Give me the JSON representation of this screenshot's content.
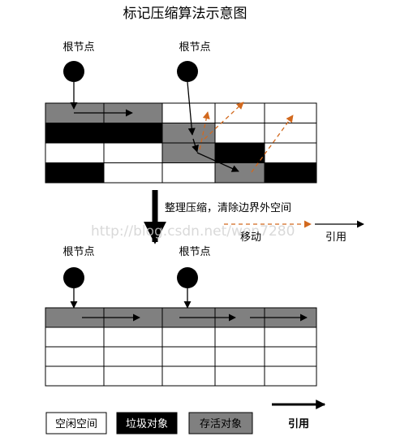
{
  "title": "标记压缩算法示意图",
  "root_label": "根节点",
  "transition_text": "整理压缩，清除边界外空间",
  "watermark": "http://blog.csdn.net/wen7280",
  "move_label": "移动",
  "ref_label": "引用",
  "legend": {
    "free": "空闲空间",
    "garbage": "垃圾对象",
    "alive": "存活对象",
    "ref": "引用"
  },
  "colors": {
    "free": "#ffffff",
    "garbage": "#000000",
    "alive": "#808080",
    "move_arrow": "#d2691e"
  },
  "before_grid": [
    [
      "alive",
      "alive",
      "free",
      "free",
      "free"
    ],
    [
      "garbage",
      "garbage",
      "alive",
      "free",
      "free"
    ],
    [
      "free",
      "free",
      "alive",
      "garbage",
      "free"
    ],
    [
      "garbage",
      "free",
      "free",
      "alive",
      "garbage"
    ]
  ],
  "after_grid": [
    [
      "alive",
      "alive",
      "alive",
      "alive",
      "alive"
    ],
    [
      "free",
      "free",
      "free",
      "free",
      "free"
    ],
    [
      "free",
      "free",
      "free",
      "free",
      "free"
    ],
    [
      "free",
      "free",
      "free",
      "free",
      "free"
    ]
  ]
}
